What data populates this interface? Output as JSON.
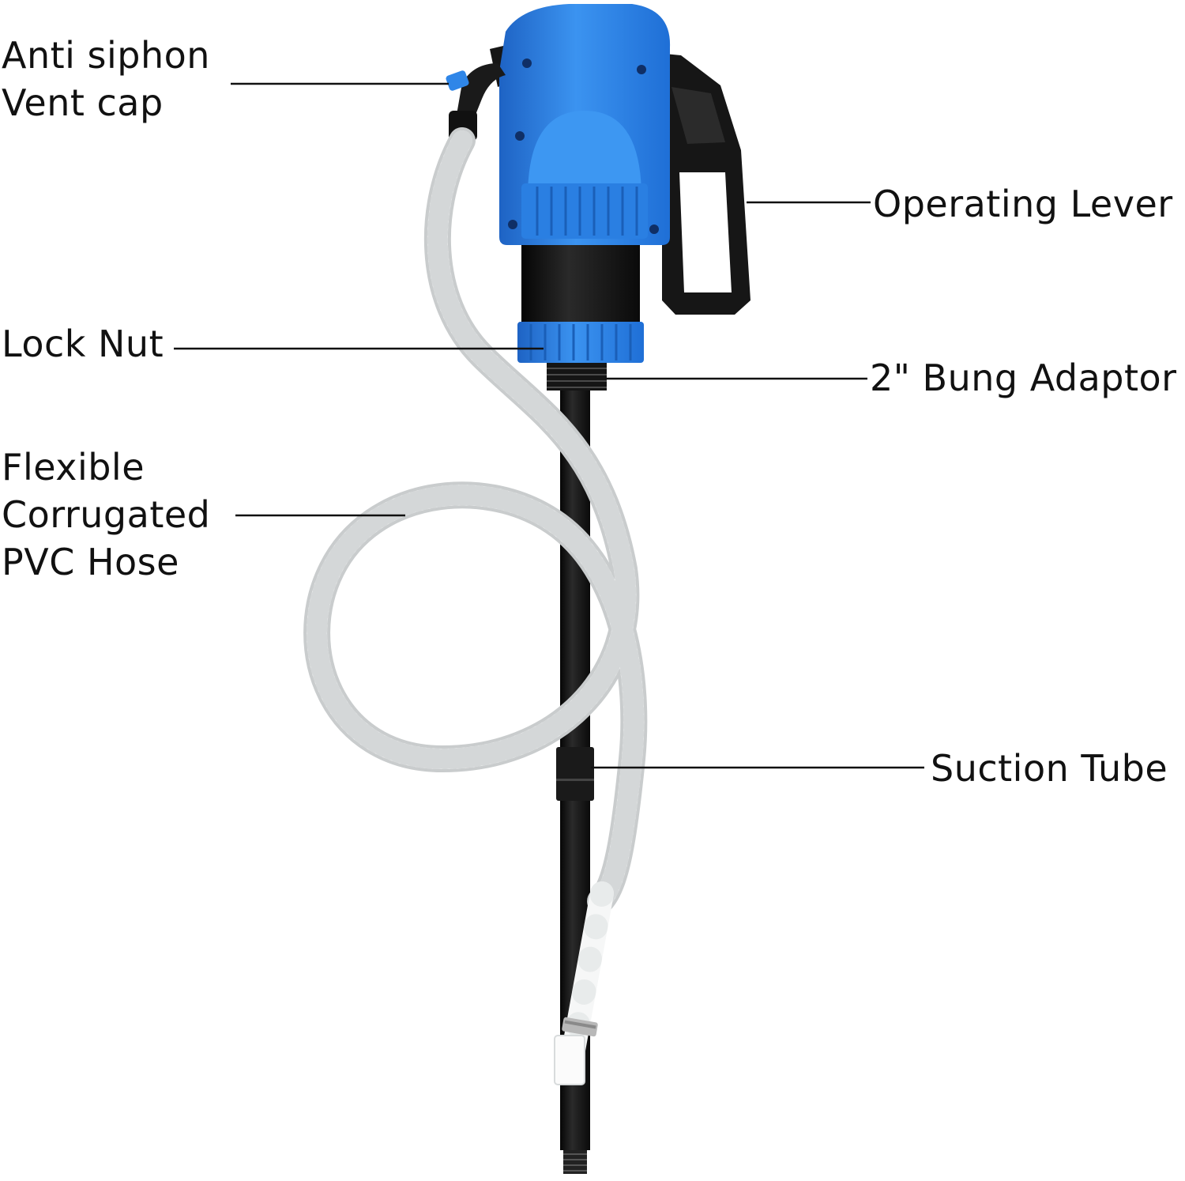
{
  "labels": {
    "anti_siphon": {
      "line1": "Anti siphon",
      "line2": "Vent cap"
    },
    "lock_nut": "Lock Nut",
    "flexible_hose": {
      "line1": "Flexible",
      "line2": "Corrugated",
      "line3": "PVC Hose"
    },
    "operating_lever": "Operating Lever",
    "bung_adaptor": "2\" Bung Adaptor",
    "suction_tube": "Suction Tube"
  },
  "colors": {
    "pump_body": "#2f86e8",
    "pump_body_dark": "#1e63c4",
    "handle": "#161616",
    "tube": "#111111",
    "hose": "#f1f2f2",
    "hose_shadow": "#c9cccd",
    "leader_line": "#111111"
  }
}
